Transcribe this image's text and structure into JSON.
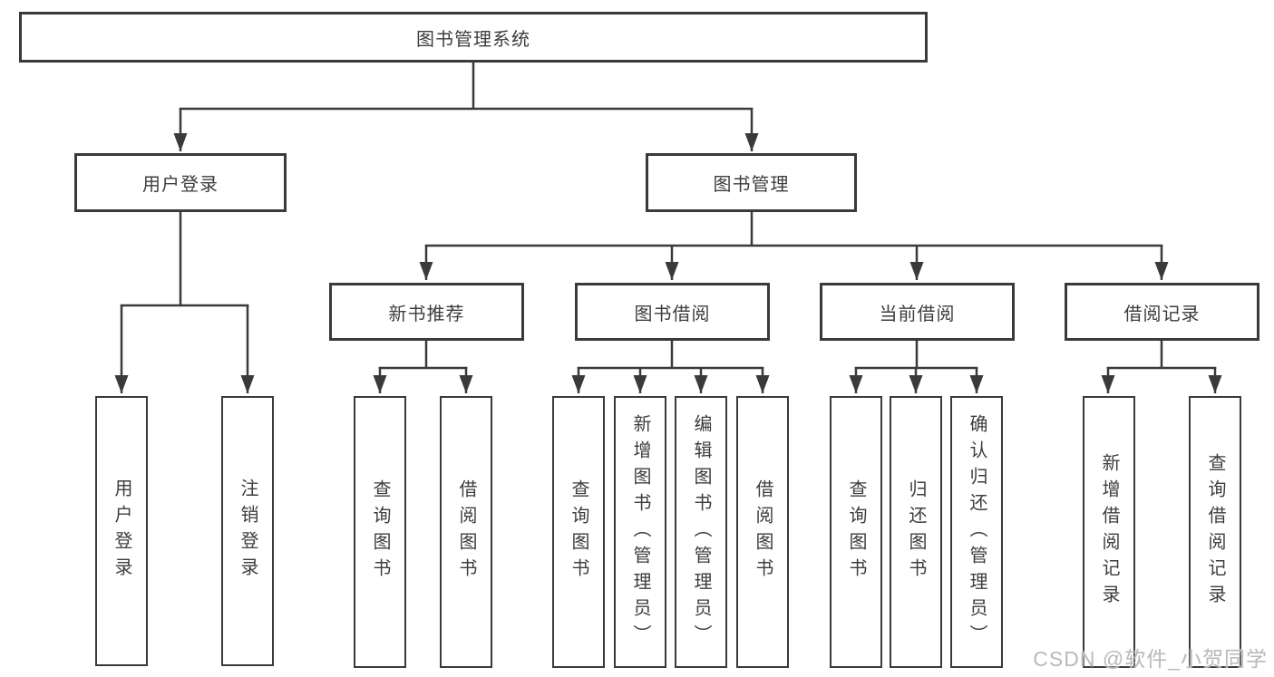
{
  "tree": {
    "label": "图书管理系统",
    "children": [
      {
        "label": "用户登录",
        "children": [
          {
            "label": "用户登录"
          },
          {
            "label": "注销登录"
          }
        ]
      },
      {
        "label": "图书管理",
        "children": [
          {
            "label": "新书推荐",
            "children": [
              {
                "label": "查询图书"
              },
              {
                "label": "借阅图书"
              }
            ]
          },
          {
            "label": "图书借阅",
            "children": [
              {
                "label": "查询图书"
              },
              {
                "label": "新增图书（管理员）"
              },
              {
                "label": "编辑图书（管理员）"
              },
              {
                "label": "借阅图书"
              }
            ]
          },
          {
            "label": "当前借阅",
            "children": [
              {
                "label": "查询图书"
              },
              {
                "label": "归还图书"
              },
              {
                "label": "确认归还（管理员）"
              }
            ]
          },
          {
            "label": "借阅记录",
            "children": [
              {
                "label": "新增借阅记录"
              },
              {
                "label": "查询借阅记录"
              }
            ]
          }
        ]
      }
    ]
  },
  "watermark": {
    "text": "CSDN @软件_小贺同学"
  },
  "colors": {
    "line": "#3a3a3a",
    "text": "#3d3d3d",
    "watermark": "#b9b9b9",
    "background": "#ffffff"
  }
}
